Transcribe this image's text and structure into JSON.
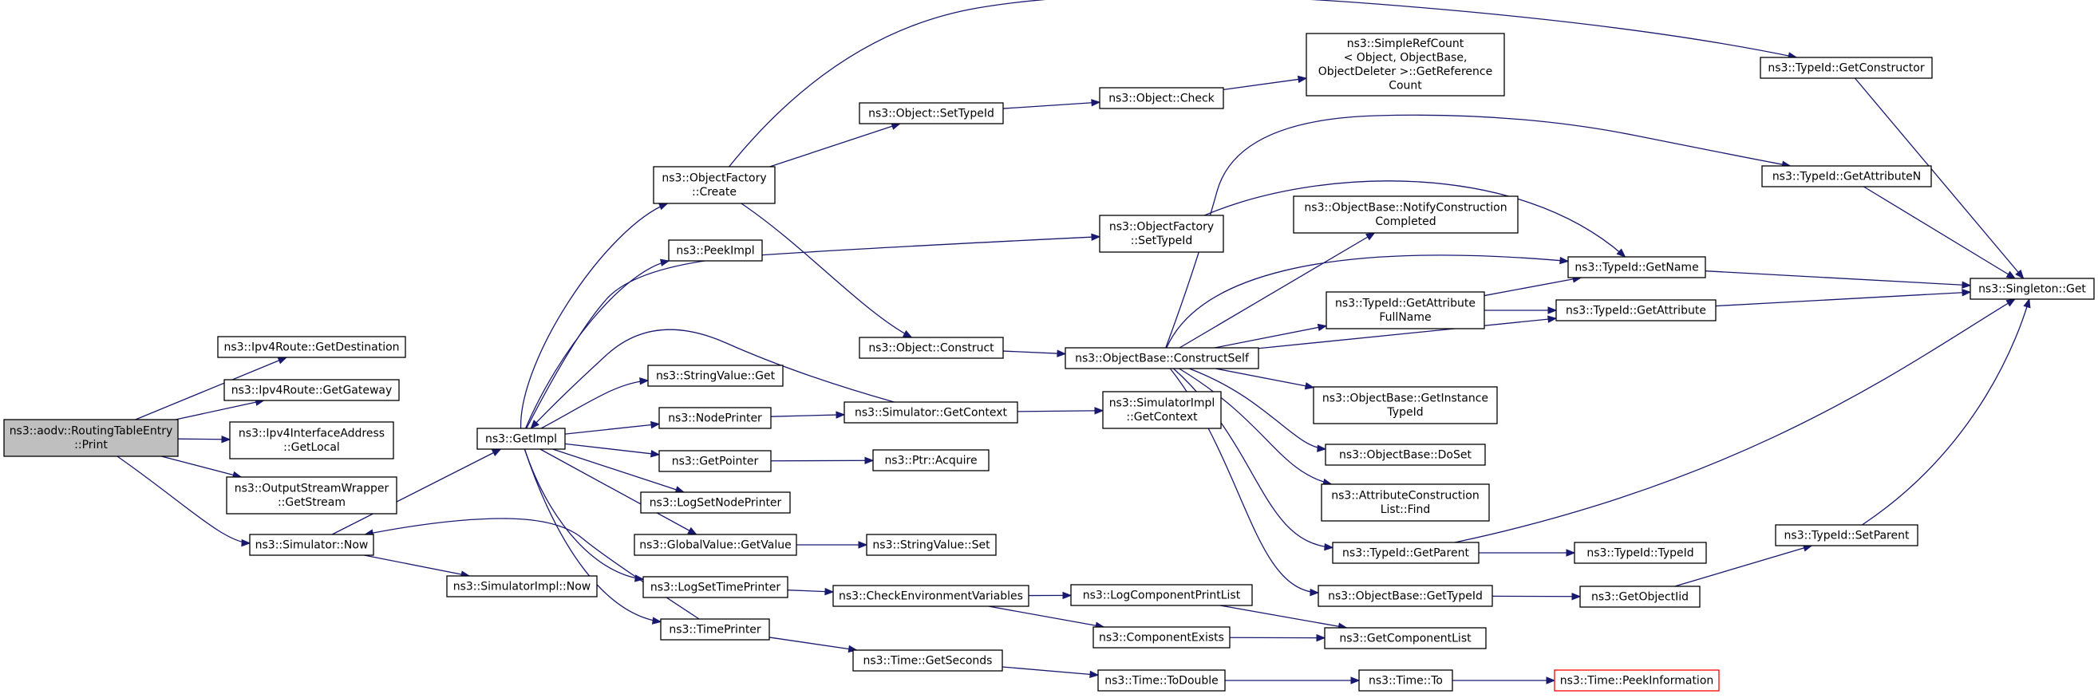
{
  "graph": {
    "colors": {
      "edge": "#191970",
      "root_fill": "#bfbfbf",
      "node_border": "#000000",
      "highlight_border": "#ff0000"
    },
    "nodes": [
      {
        "id": "print",
        "name": "node-routingtableentry-print",
        "lines": [
          "ns3::aodv::RoutingTableEntry",
          "::Print"
        ],
        "style": "root"
      },
      {
        "id": "getdest",
        "name": "node-ipv4route-getdestination",
        "lines": [
          "ns3::Ipv4Route::GetDestination"
        ]
      },
      {
        "id": "getgw",
        "name": "node-ipv4route-getgateway",
        "lines": [
          "ns3::Ipv4Route::GetGateway"
        ]
      },
      {
        "id": "getlocal",
        "name": "node-ipv4interfaceaddress-getlocal",
        "lines": [
          "ns3::Ipv4InterfaceAddress",
          "::GetLocal"
        ]
      },
      {
        "id": "getstream",
        "name": "node-outputstreamwrapper-getstream",
        "lines": [
          "ns3::OutputStreamWrapper",
          "::GetStream"
        ]
      },
      {
        "id": "simnow",
        "name": "node-simulator-now",
        "lines": [
          "ns3::Simulator::Now"
        ]
      },
      {
        "id": "getimpl",
        "name": "node-getimpl",
        "lines": [
          "ns3::GetImpl"
        ]
      },
      {
        "id": "simimplnow",
        "name": "node-simulatorimpl-now",
        "lines": [
          "ns3::SimulatorImpl::Now"
        ]
      },
      {
        "id": "ofcreate",
        "name": "node-objectfactory-create",
        "lines": [
          "ns3::ObjectFactory",
          "::Create"
        ]
      },
      {
        "id": "peekimpl",
        "name": "node-peekimpl",
        "lines": [
          "ns3::PeekImpl"
        ]
      },
      {
        "id": "strvalget",
        "name": "node-stringvalue-get",
        "lines": [
          "ns3::StringValue::Get"
        ]
      },
      {
        "id": "nodeprinter",
        "name": "node-nodeprinter",
        "lines": [
          "ns3::NodePrinter"
        ]
      },
      {
        "id": "getpointer",
        "name": "node-getpointer",
        "lines": [
          "ns3::GetPointer"
        ]
      },
      {
        "id": "logsetnode",
        "name": "node-logsetnodeprinter",
        "lines": [
          "ns3::LogSetNodePrinter"
        ]
      },
      {
        "id": "gvgetvalue",
        "name": "node-globalvalue-getvalue",
        "lines": [
          "ns3::GlobalValue::GetValue"
        ]
      },
      {
        "id": "logsettime",
        "name": "node-logsettimeprinter",
        "lines": [
          "ns3::LogSetTimePrinter"
        ]
      },
      {
        "id": "timeprinter",
        "name": "node-timeprinter",
        "lines": [
          "ns3::TimePrinter"
        ]
      },
      {
        "id": "objsettypeid",
        "name": "node-object-settypeid",
        "lines": [
          "ns3::Object::SetTypeId"
        ]
      },
      {
        "id": "objconstruct",
        "name": "node-object-construct",
        "lines": [
          "ns3::Object::Construct"
        ]
      },
      {
        "id": "simgetctx",
        "name": "node-simulator-getcontext",
        "lines": [
          "ns3::Simulator::GetContext"
        ]
      },
      {
        "id": "ptracquire",
        "name": "node-ptr-acquire",
        "lines": [
          "ns3::Ptr::Acquire"
        ]
      },
      {
        "id": "strvalset",
        "name": "node-stringvalue-set",
        "lines": [
          "ns3::StringValue::Set"
        ]
      },
      {
        "id": "checkenv",
        "name": "node-checkenvironmentvariables",
        "lines": [
          "ns3::CheckEnvironmentVariables"
        ]
      },
      {
        "id": "timegetsec",
        "name": "node-time-getseconds",
        "lines": [
          "ns3::Time::GetSeconds"
        ]
      },
      {
        "id": "objcheck",
        "name": "node-object-check",
        "lines": [
          "ns3::Object::Check"
        ]
      },
      {
        "id": "ofsettypeid",
        "name": "node-objectfactory-settypeid",
        "lines": [
          "ns3::ObjectFactory",
          "::SetTypeId"
        ]
      },
      {
        "id": "obconstructself",
        "name": "node-objectbase-constructself",
        "lines": [
          "ns3::ObjectBase::ConstructSelf"
        ]
      },
      {
        "id": "simimplgetctx",
        "name": "node-simulatorimpl-getcontext",
        "lines": [
          "ns3::SimulatorImpl",
          "::GetContext"
        ]
      },
      {
        "id": "logcompprint",
        "name": "node-logcomponentprintlist",
        "lines": [
          "ns3::LogComponentPrintList"
        ]
      },
      {
        "id": "compexists",
        "name": "node-componentexists",
        "lines": [
          "ns3::ComponentExists"
        ]
      },
      {
        "id": "timetodouble",
        "name": "node-time-todouble",
        "lines": [
          "ns3::Time::ToDouble"
        ]
      },
      {
        "id": "simplerefcount",
        "name": "node-simplerefcount-getreferencecount",
        "lines": [
          "ns3::SimpleRefCount",
          "< Object, ObjectBase,",
          "ObjectDeleter >::GetReference",
          "Count"
        ]
      },
      {
        "id": "notifyconst",
        "name": "node-objectbase-notifyconstructioncompleted",
        "lines": [
          "ns3::ObjectBase::NotifyConstruction",
          "Completed"
        ]
      },
      {
        "id": "getattrfull",
        "name": "node-typeid-getattributefullname",
        "lines": [
          "ns3::TypeId::GetAttribute",
          "FullName"
        ]
      },
      {
        "id": "getinsttypeid",
        "name": "node-objectbase-getinstancetypeid",
        "lines": [
          "ns3::ObjectBase::GetInstance",
          "TypeId"
        ]
      },
      {
        "id": "doset",
        "name": "node-objectbase-doset",
        "lines": [
          "ns3::ObjectBase::DoSet"
        ]
      },
      {
        "id": "attrfind",
        "name": "node-attributeconstructionlist-find",
        "lines": [
          "ns3::AttributeConstruction",
          "List::Find"
        ]
      },
      {
        "id": "getparent",
        "name": "node-typeid-getparent",
        "lines": [
          "ns3::TypeId::GetParent"
        ]
      },
      {
        "id": "obgettypeid",
        "name": "node-objectbase-gettypeid",
        "lines": [
          "ns3::ObjectBase::GetTypeId"
        ]
      },
      {
        "id": "getcomplist",
        "name": "node-getcomponentlist",
        "lines": [
          "ns3::GetComponentList"
        ]
      },
      {
        "id": "timeto",
        "name": "node-time-to",
        "lines": [
          "ns3::Time::To"
        ]
      },
      {
        "id": "getconstructor",
        "name": "node-typeid-getconstructor",
        "lines": [
          "ns3::TypeId::GetConstructor"
        ]
      },
      {
        "id": "getattrn",
        "name": "node-typeid-getattributen",
        "lines": [
          "ns3::TypeId::GetAttributeN"
        ]
      },
      {
        "id": "getname",
        "name": "node-typeid-getname",
        "lines": [
          "ns3::TypeId::GetName"
        ]
      },
      {
        "id": "getattr",
        "name": "node-typeid-getattribute",
        "lines": [
          "ns3::TypeId::GetAttribute"
        ]
      },
      {
        "id": "typeidtypeid",
        "name": "node-typeid-typeid",
        "lines": [
          "ns3::TypeId::TypeId"
        ]
      },
      {
        "id": "getobjiid",
        "name": "node-getobjectiid",
        "lines": [
          "ns3::GetObjectIid"
        ]
      },
      {
        "id": "timepeekinfo",
        "name": "node-time-peekinformation",
        "lines": [
          "ns3::Time::PeekInformation"
        ],
        "style": "red"
      },
      {
        "id": "setparent",
        "name": "node-typeid-setparent",
        "lines": [
          "ns3::TypeId::SetParent"
        ]
      },
      {
        "id": "singletonget",
        "name": "node-singleton-get",
        "lines": [
          "ns3::Singleton::Get"
        ]
      }
    ],
    "edges": [
      [
        "print",
        "getdest"
      ],
      [
        "print",
        "getgw"
      ],
      [
        "print",
        "getlocal"
      ],
      [
        "print",
        "getstream"
      ],
      [
        "print",
        "simnow"
      ],
      [
        "simnow",
        "getimpl"
      ],
      [
        "simnow",
        "simimplnow"
      ],
      [
        "getimpl",
        "ofcreate"
      ],
      [
        "getimpl",
        "peekimpl"
      ],
      [
        "getimpl",
        "ofsettypeid"
      ],
      [
        "getimpl",
        "strvalget"
      ],
      [
        "getimpl",
        "nodeprinter"
      ],
      [
        "getimpl",
        "getpointer"
      ],
      [
        "getimpl",
        "logsetnode"
      ],
      [
        "getimpl",
        "gvgetvalue"
      ],
      [
        "getimpl",
        "logsettime"
      ],
      [
        "getimpl",
        "timeprinter"
      ],
      [
        "simgetctx",
        "getimpl"
      ],
      [
        "timeprinter",
        "simnow"
      ],
      [
        "ofcreate",
        "objsettypeid"
      ],
      [
        "ofcreate",
        "objconstruct"
      ],
      [
        "ofcreate",
        "getconstructor"
      ],
      [
        "objsettypeid",
        "objcheck"
      ],
      [
        "objcheck",
        "simplerefcount"
      ],
      [
        "objconstruct",
        "obconstructself"
      ],
      [
        "nodeprinter",
        "simgetctx"
      ],
      [
        "simgetctx",
        "simimplgetctx"
      ],
      [
        "getpointer",
        "ptracquire"
      ],
      [
        "gvgetvalue",
        "strvalset"
      ],
      [
        "logsettime",
        "checkenv"
      ],
      [
        "checkenv",
        "logcompprint"
      ],
      [
        "checkenv",
        "compexists"
      ],
      [
        "logcompprint",
        "getcomplist"
      ],
      [
        "compexists",
        "getcomplist"
      ],
      [
        "timeprinter",
        "timegetsec"
      ],
      [
        "timegetsec",
        "timetodouble"
      ],
      [
        "timetodouble",
        "timeto"
      ],
      [
        "timeto",
        "timepeekinfo"
      ],
      [
        "ofsettypeid",
        "getname"
      ],
      [
        "obconstructself",
        "notifyconst"
      ],
      [
        "obconstructself",
        "getattrfull"
      ],
      [
        "obconstructself",
        "getname"
      ],
      [
        "obconstructself",
        "getattrn"
      ],
      [
        "obconstructself",
        "getattr"
      ],
      [
        "obconstructself",
        "getinsttypeid"
      ],
      [
        "obconstructself",
        "doset"
      ],
      [
        "obconstructself",
        "attrfind"
      ],
      [
        "obconstructself",
        "getparent"
      ],
      [
        "obconstructself",
        "obgettypeid"
      ],
      [
        "getattrfull",
        "getname"
      ],
      [
        "getattrfull",
        "getattr"
      ],
      [
        "getparent",
        "typeidtypeid"
      ],
      [
        "obgettypeid",
        "getobjiid"
      ],
      [
        "getobjiid",
        "setparent"
      ],
      [
        "getconstructor",
        "singletonget"
      ],
      [
        "getattrn",
        "singletonget"
      ],
      [
        "getname",
        "singletonget"
      ],
      [
        "getattr",
        "singletonget"
      ],
      [
        "getparent",
        "singletonget"
      ],
      [
        "setparent",
        "singletonget"
      ]
    ]
  }
}
